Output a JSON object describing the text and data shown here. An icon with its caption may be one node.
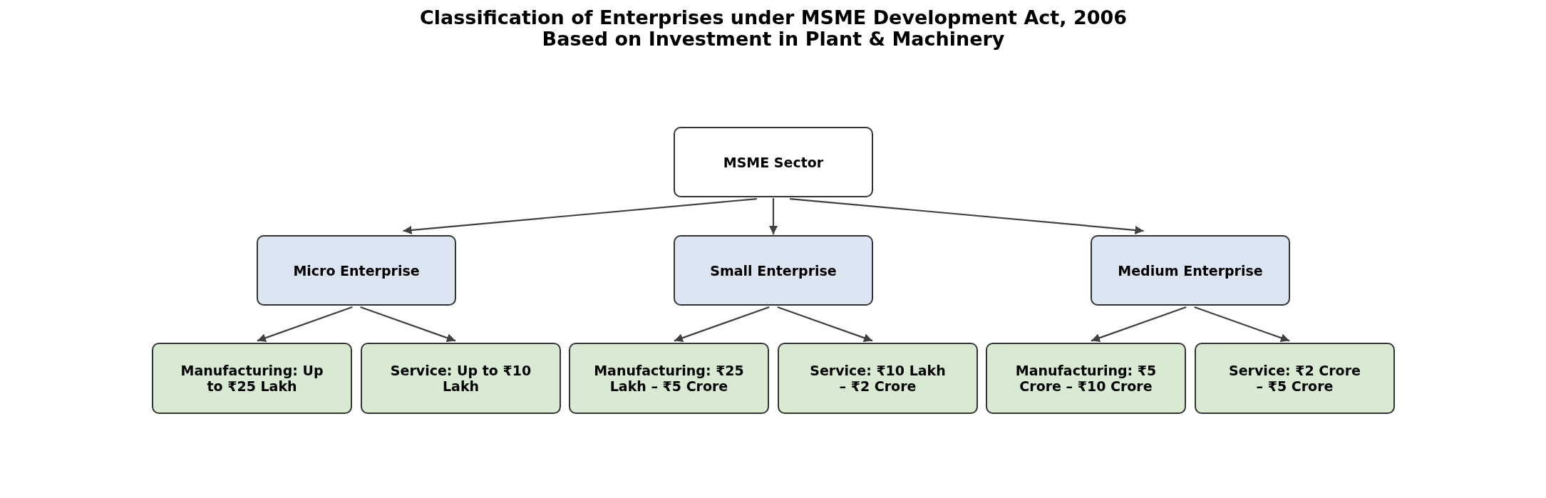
{
  "diagram": {
    "title": "Classification of Enterprises under MSME Development Act, 2006 Based on Investment in Plant & Machinery",
    "nodes": [
      {
        "text": [
          "MSME Sector"
        ]
      },
      {
        "text": [
          "Micro Enterprise"
        ]
      },
      {
        "text": [
          "Small Enterprise"
        ]
      },
      {
        "text": [
          "Medium Enterprise"
        ]
      },
      {
        "text": [
          "Manufacturing: Up to ₹25 Lakh"
        ]
      },
      {
        "text": [
          "Service: Up to ₹10 Lakh"
        ]
      },
      {
        "text": [
          "Manufacturing: ₹25 Lakh – ₹5 Crore"
        ]
      },
      {
        "text": [
          "Service: ₹10 Lakh – ₹2 Crore"
        ]
      },
      {
        "text": [
          "Manufacturing: ₹5 Crore – ₹10 Crore"
        ]
      },
      {
        "text": [
          "Service: ₹2 Crore – ₹5 Crore"
        ]
      }
    ],
    "edges": [
      {
        "from": 0,
        "to": 1,
        "arrow": "to"
      },
      {
        "from": 0,
        "to": 2,
        "arrow": "to"
      },
      {
        "from": 0,
        "to": 3,
        "arrow": "to"
      },
      {
        "from": 1,
        "to": 4,
        "arrow": "to"
      },
      {
        "from": 1,
        "to": 5,
        "arrow": "to"
      },
      {
        "from": 2,
        "to": 6,
        "arrow": "to"
      },
      {
        "from": 2,
        "to": 7,
        "arrow": "to"
      },
      {
        "from": 3,
        "to": 8,
        "arrow": "to"
      },
      {
        "from": 3,
        "to": 9,
        "arrow": "to"
      }
    ]
  }
}
